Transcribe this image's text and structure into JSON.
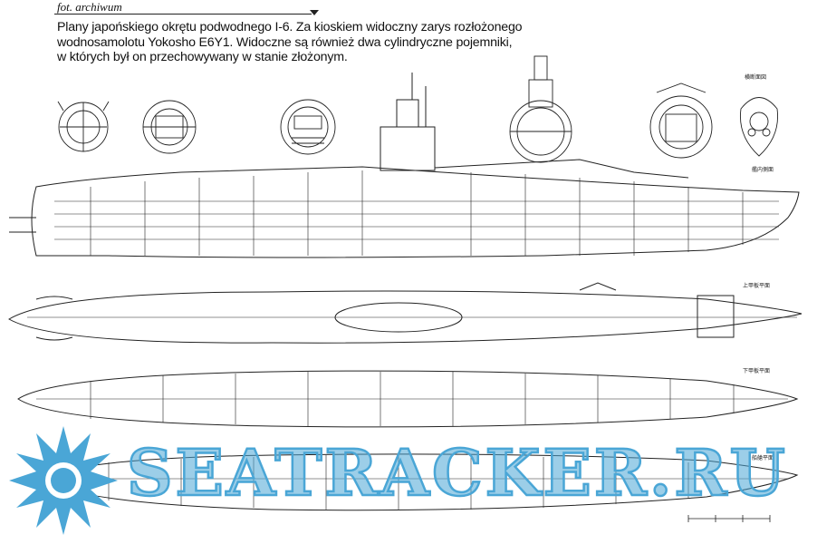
{
  "header": {
    "archive_label": "fot. archiwum",
    "caption_lines": [
      "Plany japońskiego okrętu podwodnego I-6. Za kioskiem widoczny zarys rozłożonego",
      "wodnosamolotu Yokosho E6Y1. Widoczne są również dwa cylindryczne pojemniki,",
      "w których był on przechowywany w stanie złożonym."
    ]
  },
  "labels": {
    "side_section": "艦内側面",
    "upper_deck": "上甲板平面",
    "lower_deck": "下甲板平面",
    "hold": "船艙平面",
    "cross_sections": "横断面図"
  },
  "watermark": {
    "text": "SEATRACKER.RU",
    "color": "#4aa6d6"
  }
}
